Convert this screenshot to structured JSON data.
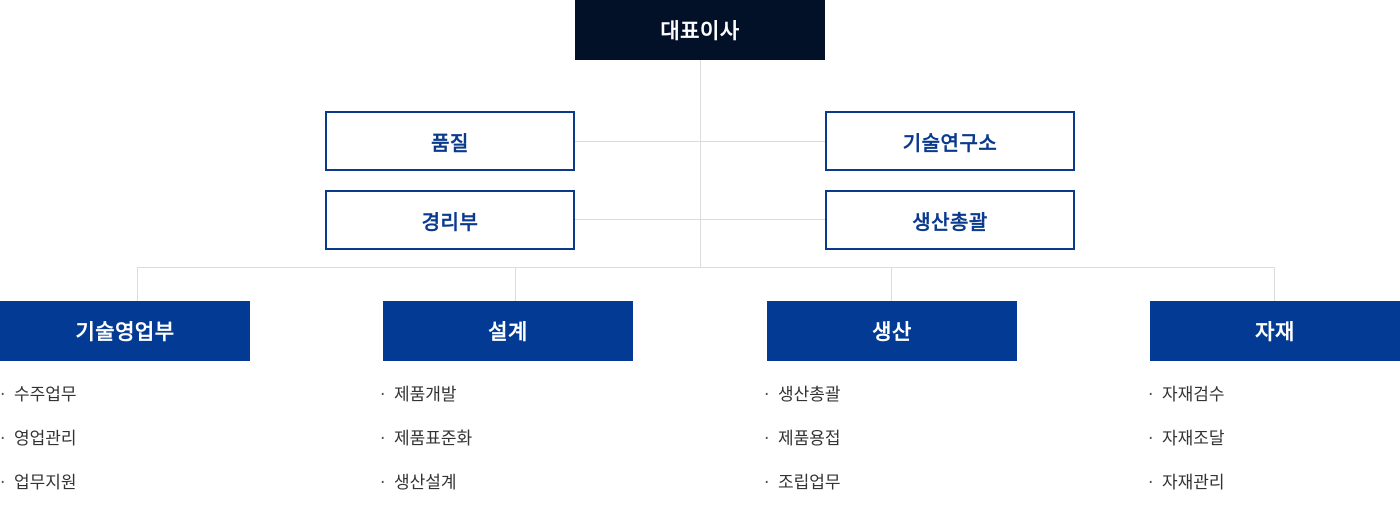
{
  "ceo": {
    "label": "대표이사"
  },
  "staff_left": [
    {
      "label": "품질"
    },
    {
      "label": "경리부"
    }
  ],
  "staff_right": [
    {
      "label": "기술연구소"
    },
    {
      "label": "생산총괄"
    }
  ],
  "departments": [
    {
      "label": "기술영업부",
      "items": [
        "수주업무",
        "영업관리",
        "업무지원"
      ]
    },
    {
      "label": "설계",
      "items": [
        "제품개발",
        "제품표준화",
        "생산설계"
      ]
    },
    {
      "label": "생산",
      "items": [
        "생산총괄",
        "제품용접",
        "조립업무"
      ]
    },
    {
      "label": "자재",
      "items": [
        "자재검수",
        "자재조달",
        "자재관리"
      ]
    }
  ],
  "bullet": "·",
  "colors": {
    "ceo_bg": "#021128",
    "primary_blue": "#023a94",
    "outline_blue": "#0a3a8c",
    "connector": "#dcdcdc",
    "list_text": "#333333"
  }
}
